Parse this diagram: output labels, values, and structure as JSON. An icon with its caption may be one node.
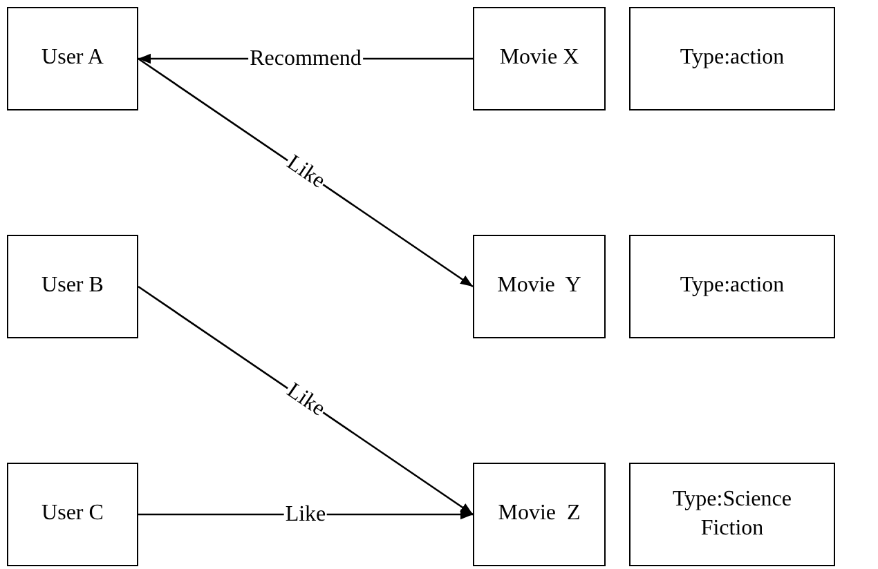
{
  "diagram": {
    "nodes": [
      {
        "text": [
          "User A"
        ]
      },
      {
        "text": [
          "Movie X"
        ]
      },
      {
        "text": [
          "Type:action"
        ]
      },
      {
        "text": [
          "User B"
        ]
      },
      {
        "text": [
          "Movie  Y"
        ]
      },
      {
        "text": [
          "Type:action"
        ]
      },
      {
        "text": [
          "User C"
        ]
      },
      {
        "text": [
          "Movie  Z"
        ]
      },
      {
        "text": [
          "Type:Science Fiction"
        ]
      }
    ],
    "edges": [
      {
        "from": 1,
        "to": 0,
        "arrow": "to",
        "label": "Recommend"
      },
      {
        "from": 0,
        "to": 4,
        "arrow": "to",
        "label": "Like"
      },
      {
        "from": 3,
        "to": 7,
        "arrow": "to",
        "label": "Like"
      },
      {
        "from": 6,
        "to": 7,
        "arrow": "to",
        "label": "Like"
      }
    ]
  }
}
